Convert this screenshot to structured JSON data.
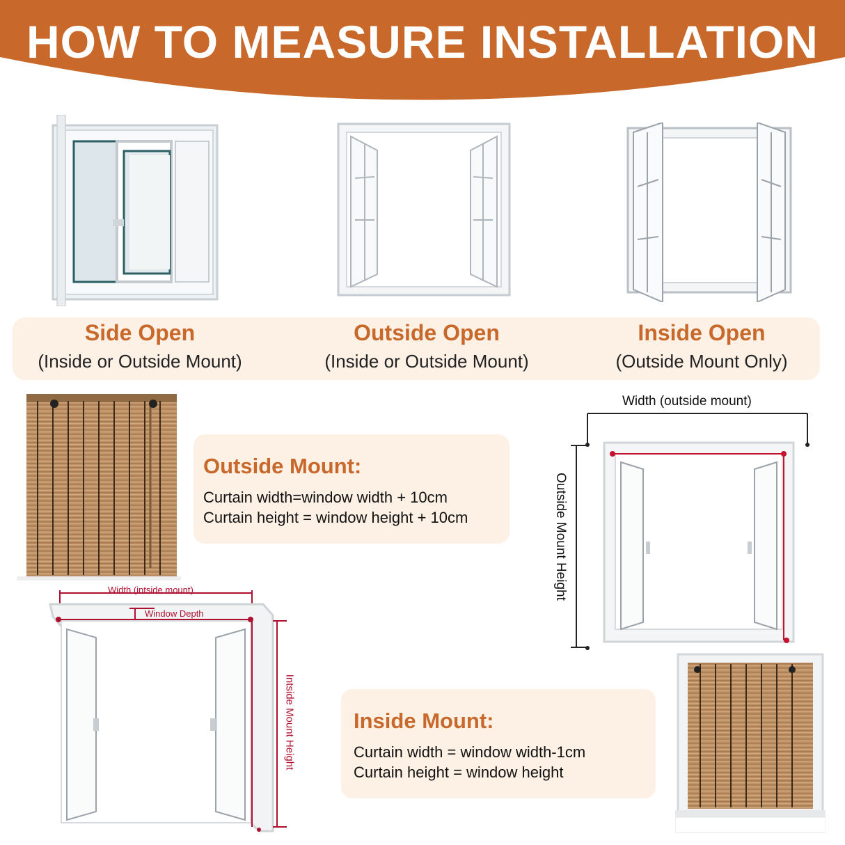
{
  "header": {
    "title": "HOW TO MEASURE INSTALLATION"
  },
  "window_types": [
    {
      "title": "Side Open",
      "subtitle": "(Inside or Outside Mount)"
    },
    {
      "title": "Outside Open",
      "subtitle": "(Inside or Outside Mount)"
    },
    {
      "title": "Inside Open",
      "subtitle": "(Outside Mount Only)"
    }
  ],
  "outside_mount": {
    "title": "Outside Mount:",
    "lines": [
      "Curtain width=window width + 10cm",
      "Curtain height = window height + 10cm"
    ]
  },
  "inside_mount": {
    "title": "Inside Mount:",
    "lines": [
      "Curtain width = window width-1cm",
      "Curtain height = window height"
    ]
  },
  "diagram_labels": {
    "width_outside": "Width (outside mount)",
    "outside_height": "Outside Mount Height",
    "width_inside": "Width (intside mount)",
    "window_depth": "Window Depth",
    "inside_height": "Intside Mount Height"
  },
  "colors": {
    "brand": "#c8692b",
    "panel": "#fdf1e6",
    "measure_red": "#b01030",
    "bamboo": "#b5875a"
  }
}
